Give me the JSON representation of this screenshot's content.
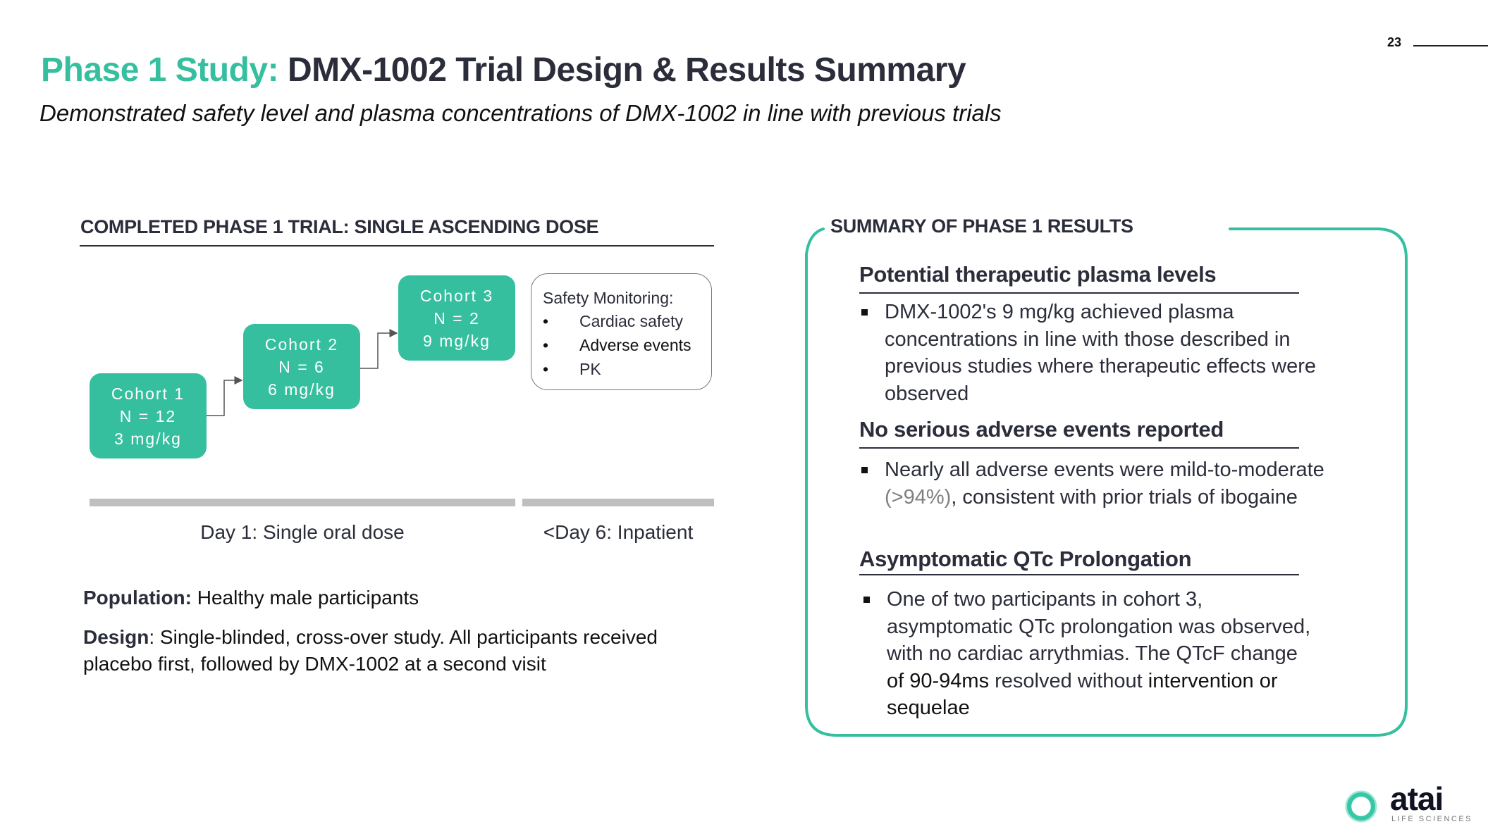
{
  "page_number": "23",
  "header": {
    "title_accent": "Phase 1 Study:",
    "title_main": "DMX-1002 Trial Design & Results Summary",
    "subtitle": "Demonstrated safety level and plasma concentrations of DMX-1002 in line with previous trials"
  },
  "colors": {
    "accent": "#35bf9f",
    "heading": "#2b2d3a",
    "timeline_bar": "#bfbfbf"
  },
  "left": {
    "heading": "COMPLETED PHASE 1 TRIAL: SINGLE ASCENDING DOSE",
    "cohorts": [
      {
        "name": "Cohort 1",
        "n": "N = 12",
        "dose": "3 mg/kg"
      },
      {
        "name": "Cohort 2",
        "n": "N = 6",
        "dose": "6 mg/kg"
      },
      {
        "name": "Cohort 3",
        "n": "N = 2",
        "dose": "9 mg/kg"
      }
    ],
    "safety_monitoring": {
      "title": "Safety Monitoring:",
      "items": [
        "Cardiac safety",
        "Adverse events",
        "PK"
      ]
    },
    "timeline": [
      {
        "label": "Day 1: Single oral dose"
      },
      {
        "label": "<Day 6: Inpatient"
      }
    ],
    "population": {
      "label": "Population:",
      "value": " Healthy male participants"
    },
    "design": {
      "label": "Design",
      "line1": ": Single-blinded, cross-over study. All participants received",
      "line2": "placebo first, followed by DMX-1002 at a second visit"
    }
  },
  "right": {
    "heading": "SUMMARY OF PHASE 1 RESULTS",
    "sections": [
      {
        "heading": "Potential therapeutic plasma levels",
        "lines": [
          "DMX-1002's 9 mg/kg achieved plasma",
          "concentrations in line with those described in",
          "previous studies where therapeutic effects were",
          "observed"
        ]
      },
      {
        "heading": "No serious adverse events reported",
        "line1": "Nearly all adverse events were mild-to-moderate",
        "line2_muted": "(>94%)",
        "line2_rest": ", consistent with prior trials of ibogaine"
      },
      {
        "heading": "Asymptomatic QTc Prolongation",
        "lines": [
          "One of two participants in cohort 3,",
          "asymptomatic QTc prolongation was observed,",
          "with no cardiac arrythmias. The QTcF change"
        ],
        "line4_a": "of 90-94ms",
        "line4_b": " resolved without ",
        "line4_c": "intervention or",
        "line5": "sequelae"
      }
    ]
  },
  "logo": {
    "wordmark": "atai",
    "tagline": "LIFE SCIENCES",
    "icon": "ring-icon"
  }
}
